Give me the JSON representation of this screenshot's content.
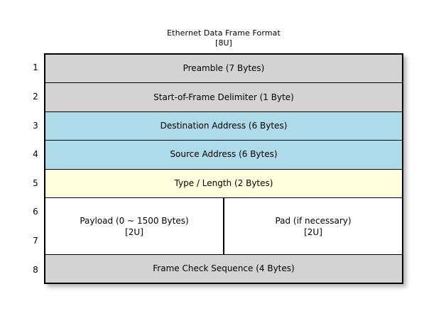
{
  "diagram": {
    "title": "Ethernet Data Frame Format",
    "subtitle": "[8U]",
    "colors": {
      "header_fill": "#d3d3d3",
      "address_fill": "#addbe9",
      "type_fill": "#ffffdd",
      "payload_fill": "#ffffff",
      "border": "#000000",
      "background": "#ffffff"
    },
    "row_numbers": [
      "1",
      "2",
      "3",
      "4",
      "5",
      "6",
      "7",
      "8"
    ],
    "rows": [
      {
        "number": "1",
        "label": "Preamble (7 Bytes)",
        "fill": "#d3d3d3"
      },
      {
        "number": "2",
        "label": "Start-of-Frame Delimiter (1 Byte)",
        "fill": "#d3d3d3"
      },
      {
        "number": "3",
        "label": "Destination Address (6 Bytes)",
        "fill": "#addbe9"
      },
      {
        "number": "4",
        "label": "Source Address (6 Bytes)",
        "fill": "#addbe9"
      },
      {
        "number": "5",
        "label": "Type / Length (2 Bytes)",
        "fill": "#ffffdd"
      },
      {
        "number": "6-7",
        "split": true,
        "fill": "#ffffff",
        "left": {
          "label": "Payload (0 ~ 1500 Bytes)",
          "sublabel": "[2U]"
        },
        "right": {
          "label": "Pad (if necessary)",
          "sublabel": "[2U]"
        }
      },
      {
        "number": "8",
        "label": "Frame Check Sequence (4 Bytes)",
        "fill": "#d3d3d3"
      }
    ]
  }
}
